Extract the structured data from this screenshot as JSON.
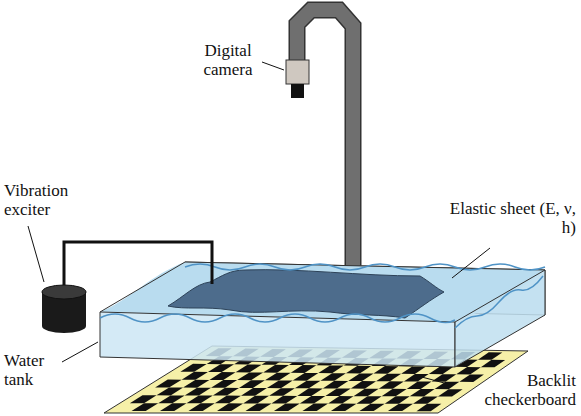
{
  "diagram": {
    "labels": [
      "Digital camera",
      "Vibration exciter",
      "Elastic sheet (E, ν, h)",
      "Water tank",
      "Backlit checkerboard"
    ]
  }
}
